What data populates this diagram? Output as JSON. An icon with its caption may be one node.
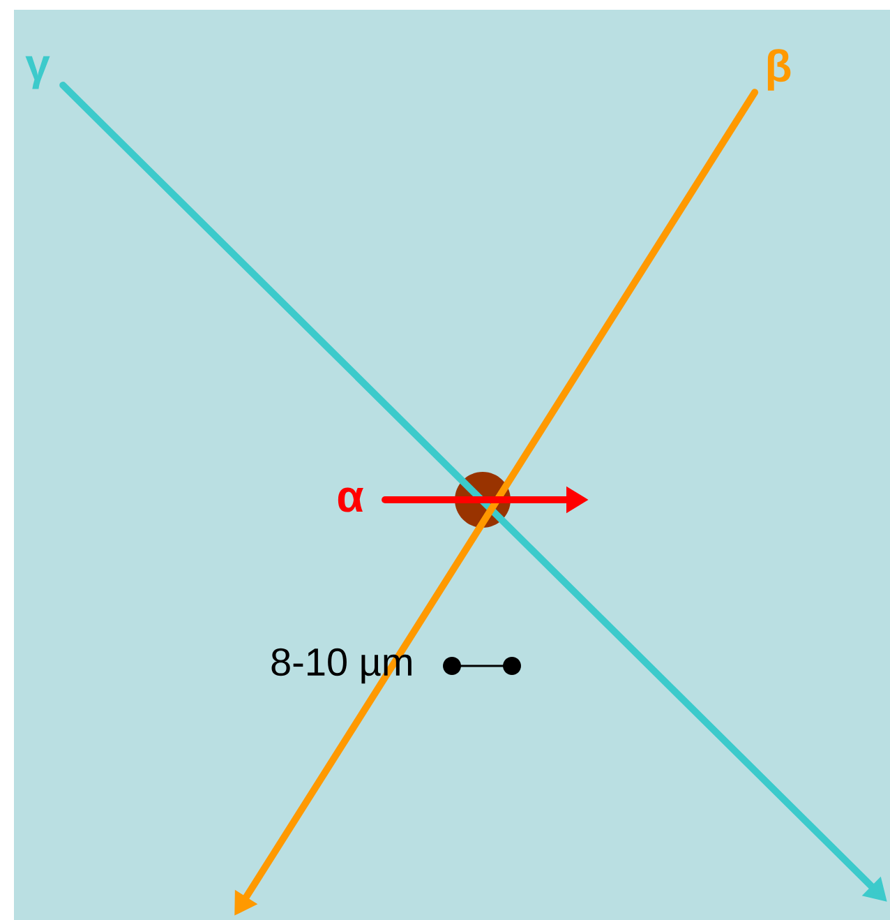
{
  "diagram": {
    "nodes": [
      {
        "text": [
          "γ"
        ]
      },
      {
        "text": [
          "β"
        ]
      },
      {
        "text": [
          "α"
        ]
      },
      {
        "text": [],
        "shape": "circle"
      }
    ],
    "edges": [
      {
        "from": 0,
        "to": null,
        "arrow": "to",
        "color": "#3ccacb"
      },
      {
        "from": 1,
        "to": null,
        "arrow": "to",
        "color": "#ff9900"
      },
      {
        "from": 2,
        "to": null,
        "arrow": "to",
        "color": "#ff0000"
      }
    ],
    "labels": [
      "8-10 µm"
    ]
  }
}
